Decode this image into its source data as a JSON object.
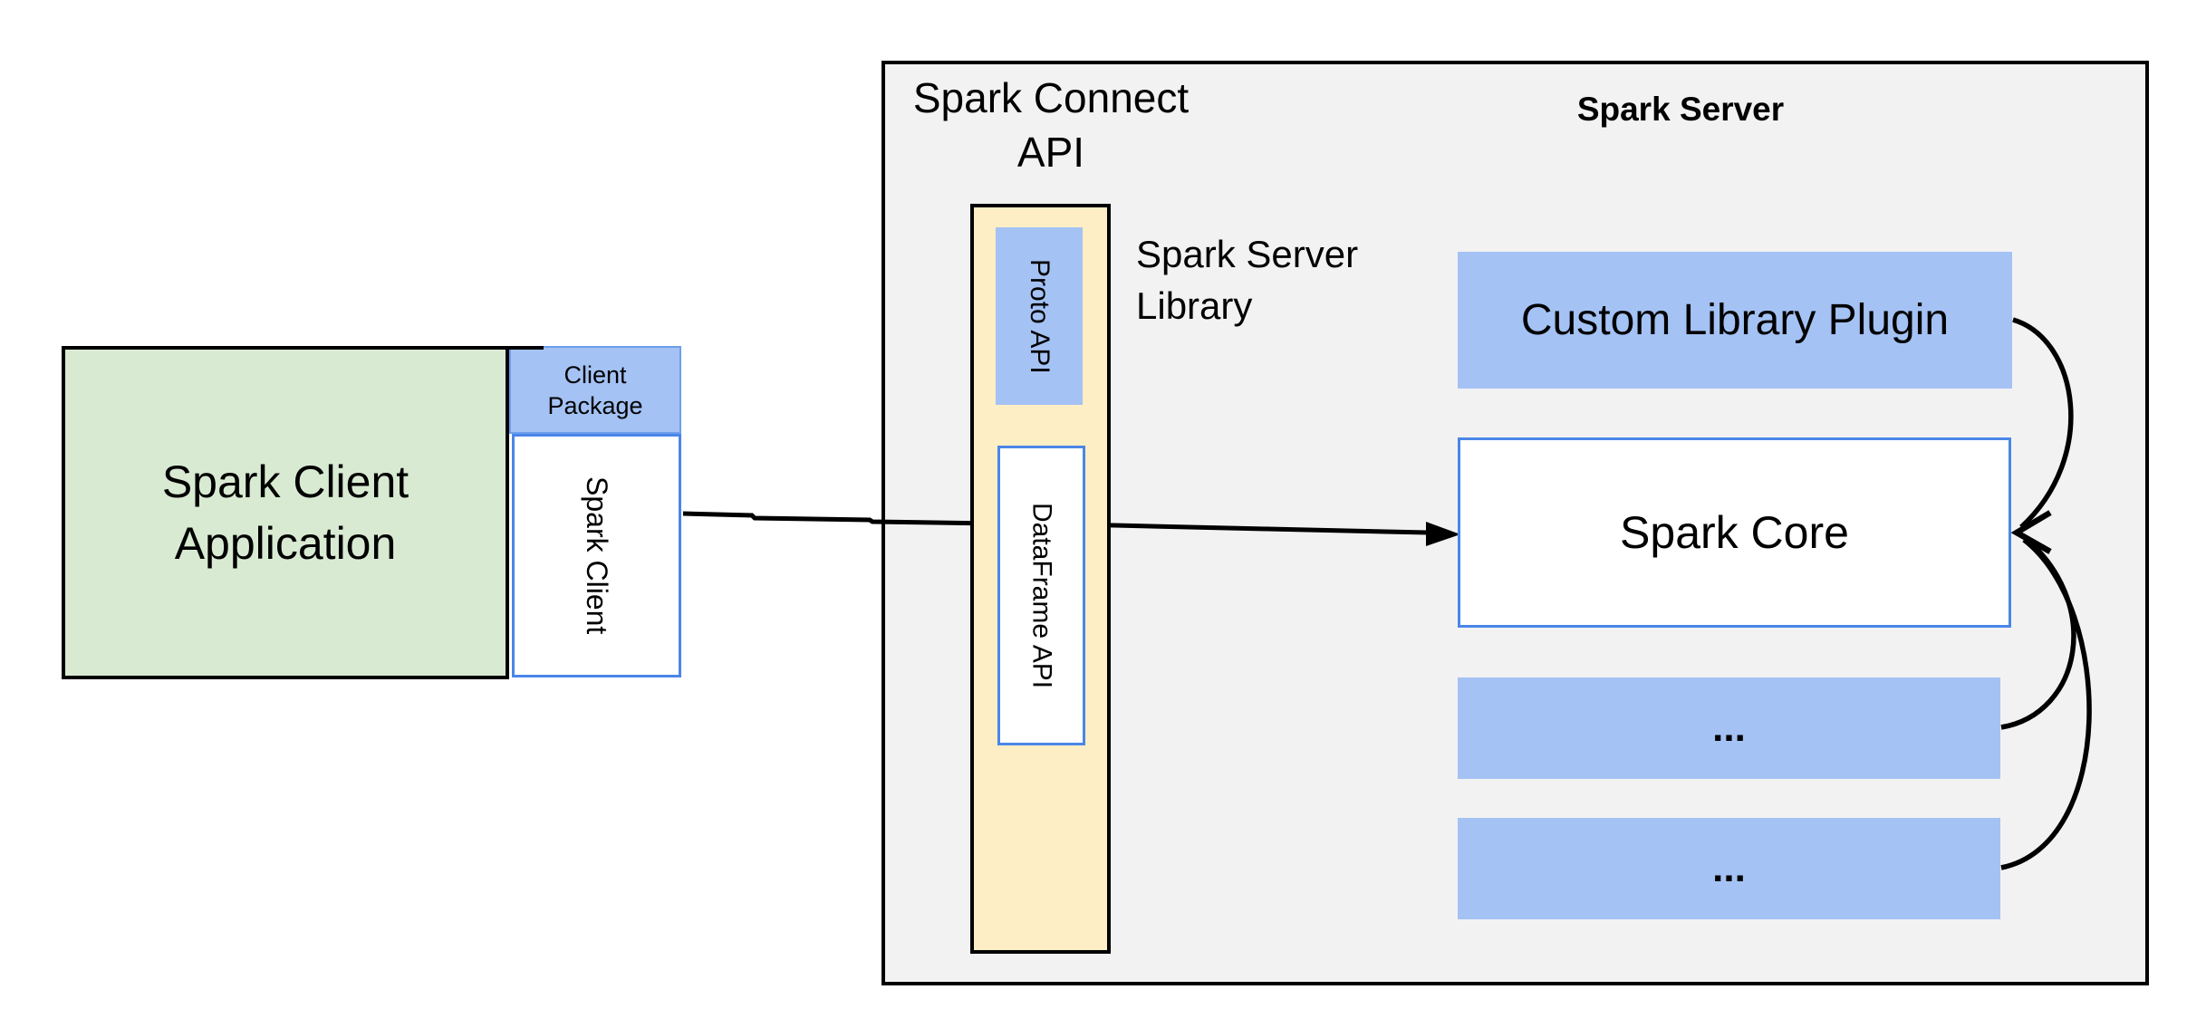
{
  "colors": {
    "green-fill": "#d9ead3",
    "blue-fill": "#a4c2f4",
    "yellow-fill": "#feeec6",
    "gray-fill": "#f2f2f2",
    "blue-border": "#4a86e8",
    "cp-border": "#6d9eeb",
    "ink": "#000000"
  },
  "client": {
    "application_label_line1": "Spark Client",
    "application_label_line2": "Application",
    "package_label_line1": "Client",
    "package_label_line2": "Package",
    "spark_client_label": "Spark Client"
  },
  "connect": {
    "title_line1": "Spark Connect",
    "title_line2": "API",
    "proto_api_label": "Proto API",
    "dataframe_api_label": "DataFrame API",
    "server_library_line1": "Spark Server",
    "server_library_line2": "Library"
  },
  "server": {
    "title": "Spark Server",
    "plugin_label": "Custom Library Plugin",
    "core_label": "Spark Core",
    "dots_box_1_label": "...",
    "dots_box_2_label": "..."
  }
}
